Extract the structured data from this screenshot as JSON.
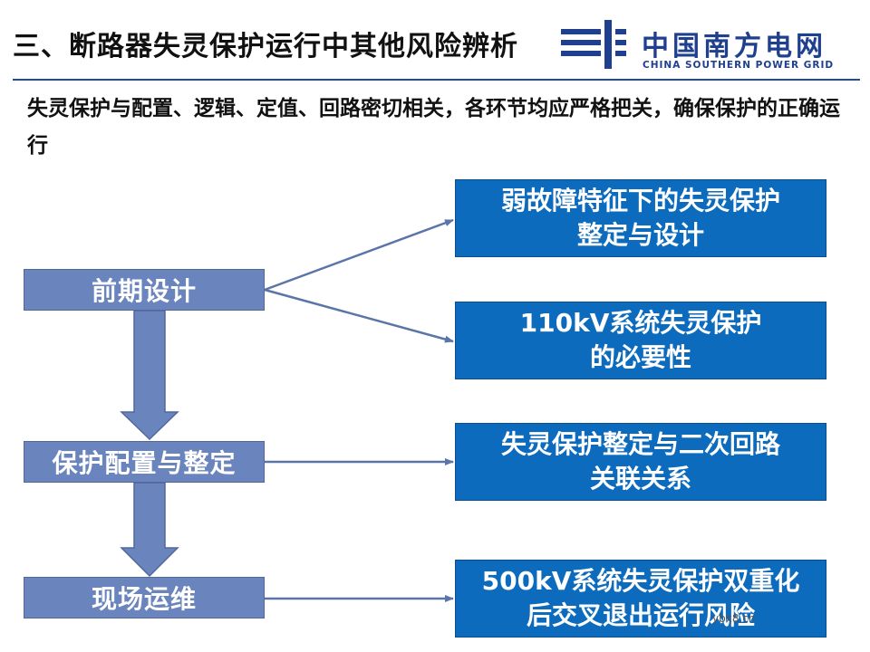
{
  "header": {
    "title": "三、断路器失灵保护运行中其他风险辨析",
    "logo_cn": "中国南方电网",
    "logo_en": "CHINA SOUTHERN POWER GRID"
  },
  "subtitle": "失灵保护与配置、逻辑、定值、回路密切相关，各环节均应严格把关，确保保护的正确运行",
  "stages": [
    {
      "label": "前期设计"
    },
    {
      "label": "保护配置与整定"
    },
    {
      "label": "现场运维"
    }
  ],
  "risks": [
    {
      "line1": "弱故障特征下的失灵保护",
      "line2": "整定与设计"
    },
    {
      "line1": "110kV系统失灵保护",
      "line2": "的必要性"
    },
    {
      "line1": "失灵保护整定与二次回路",
      "line2": "关联关系"
    },
    {
      "line1": "500kV系统失灵保护双重化",
      "line2": "后交叉退出运行风险"
    }
  ],
  "watermark": "ybx8.cn",
  "colors": {
    "stage_box": "#6a85bd",
    "risk_box": "#0c6bbd",
    "connector": "#5a75a8",
    "title_text": "#111111",
    "brand_blue": "#1f3f8f"
  }
}
